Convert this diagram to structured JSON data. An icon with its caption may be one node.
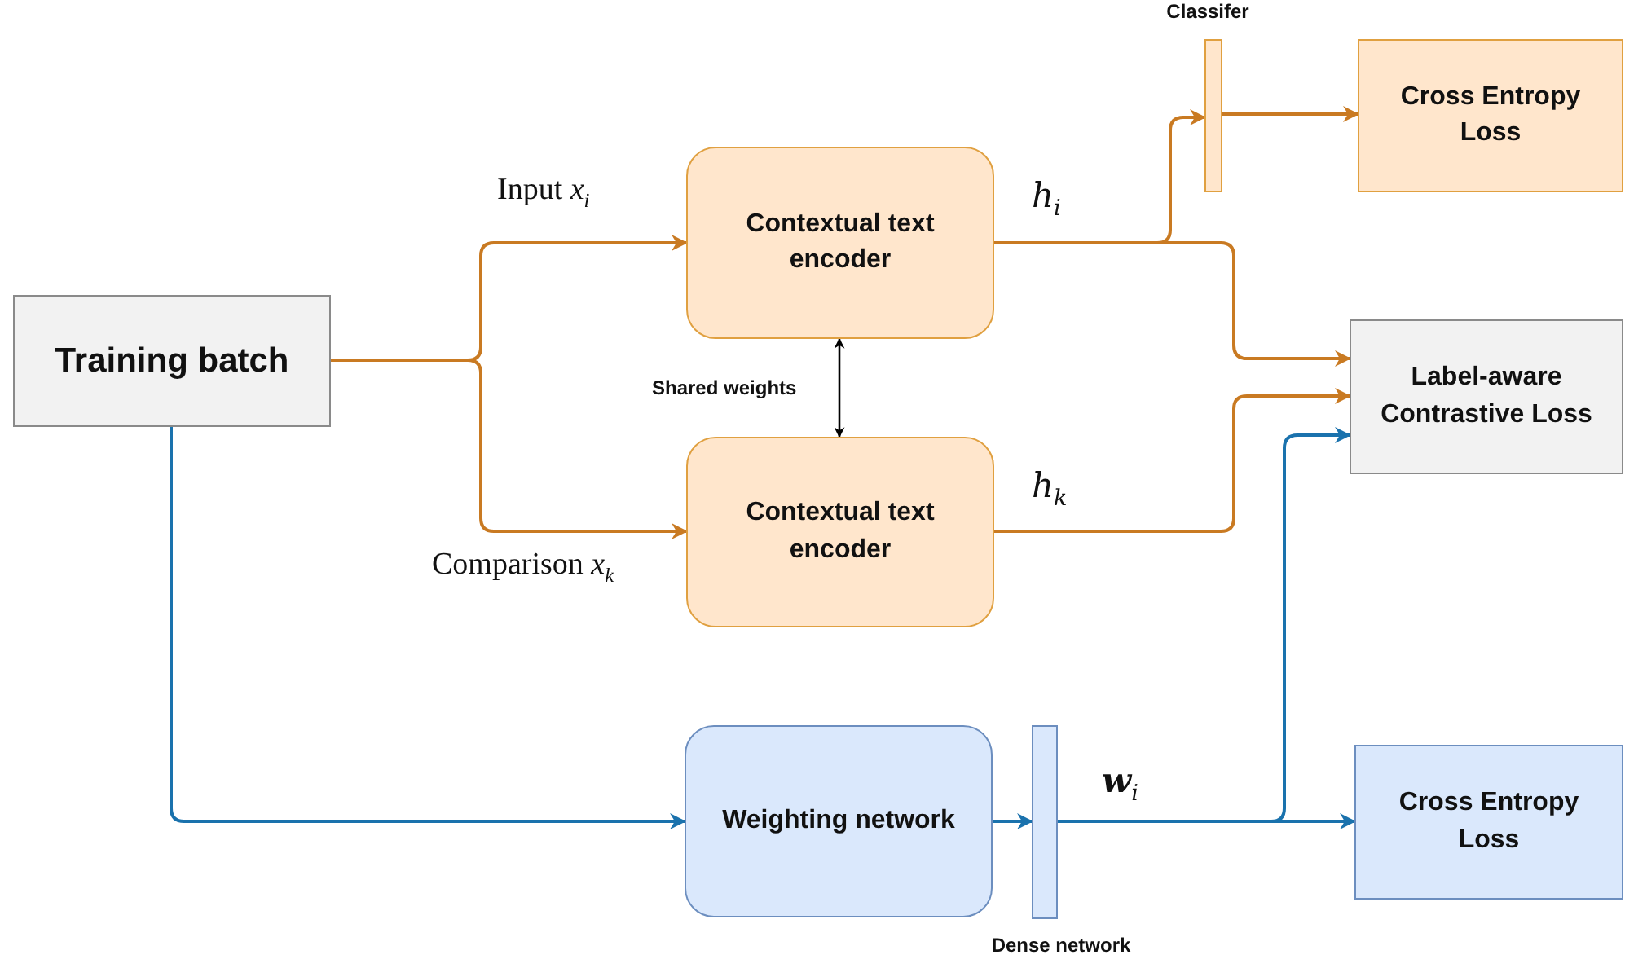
{
  "diagram": {
    "nodes": [
      {
        "text": [
          "Training batch"
        ]
      },
      {
        "text": [
          "Contextual text encoder"
        ]
      },
      {
        "text": [
          "Contextual text encoder"
        ]
      },
      {
        "text": [],
        "shape": "bar",
        "beside": [
          "Classifer"
        ]
      },
      {
        "text": [
          "Cross Entropy Loss"
        ]
      },
      {
        "text": [
          "Label-aware Contrastive Loss"
        ]
      },
      {
        "text": [
          "Weighting network"
        ]
      },
      {
        "text": [],
        "shape": "bar",
        "beside": [
          "Dense network"
        ]
      },
      {
        "text": [
          "Cross Entropy Loss"
        ]
      }
    ],
    "edges": [
      {
        "from": 0,
        "to": 1,
        "arrow": "to",
        "label": "Input *x*$_{i}$"
      },
      {
        "from": 0,
        "to": 2,
        "arrow": "to",
        "label": "Comparison *x*$_{k}$"
      },
      {
        "from": 1,
        "to": 2,
        "arrow": "both",
        "label": "Shared weights",
        "color": "#000000"
      },
      {
        "from": 1,
        "to": 3,
        "arrow": "to",
        "label": "*h*$_{i}$"
      },
      {
        "from": 3,
        "to": 4,
        "arrow": "to"
      },
      {
        "from": 1,
        "to": 5,
        "arrow": "to"
      },
      {
        "from": 2,
        "to": 5,
        "arrow": "to",
        "label": "*h*$_{k}$"
      },
      {
        "from": 0,
        "to": 6,
        "arrow": "to",
        "color": "#1a72ad"
      },
      {
        "from": 6,
        "to": 7,
        "arrow": "to",
        "color": "#1a72ad"
      },
      {
        "from": 7,
        "to": 8,
        "arrow": "to",
        "label": "**w**$_{i}$",
        "color": "#1a72ad"
      },
      {
        "from": 7,
        "to": 5,
        "arrow": "to",
        "color": "#1a72ad"
      }
    ]
  }
}
